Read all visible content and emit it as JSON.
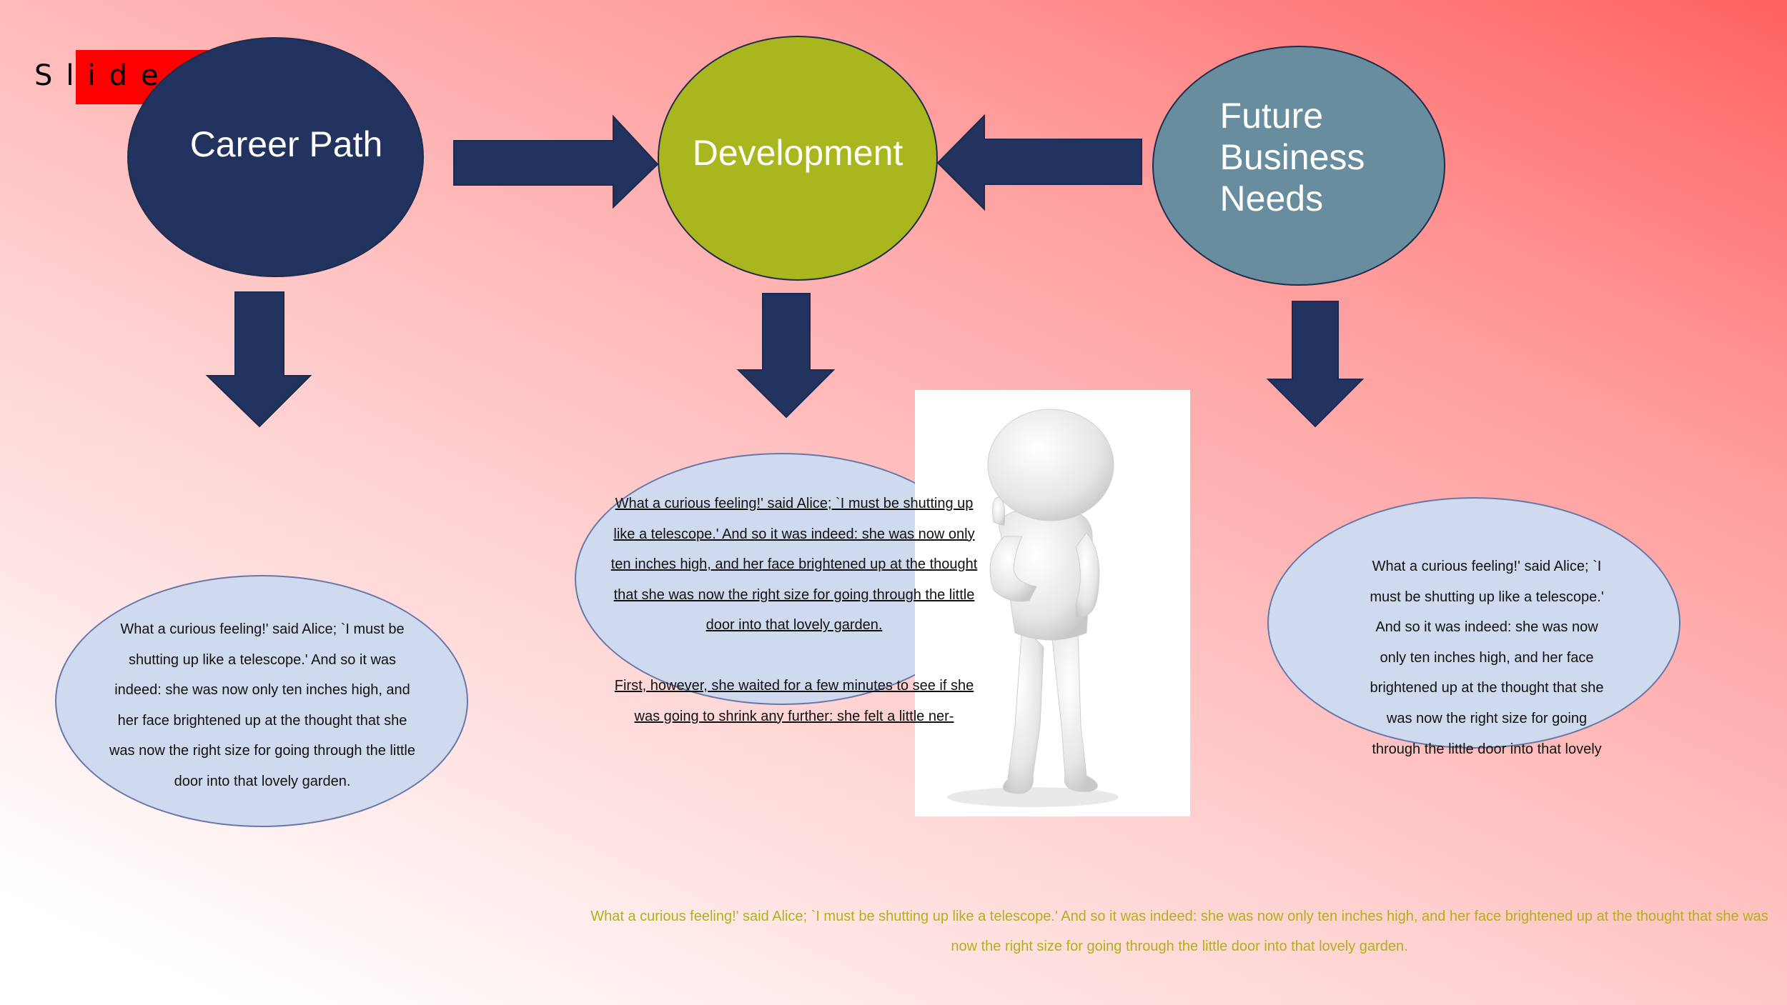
{
  "slide_label": "Slide",
  "nodes": {
    "career": "Career Path",
    "development": "Development",
    "future_lines": [
      "Future",
      "Business",
      "Needs"
    ]
  },
  "texts": {
    "career_body": "What a curious feeling!' said Alice; `I must be shutting up like a telescope.' And so it was indeed: she was now only ten inches high, and her face brightened up at the thought that she was now the right size for going through the little door into that lovely garden.",
    "development_body": "What a curious feeling!' said Alice; `I must be shutting up like a telescope.' And so it was indeed: she was now only ten inches high, and her face brightened up at the thought that she was now the right size for going through the little door into that lovely garden.",
    "development_body_2": "First, however, she waited for a few minutes to see if she was going to shrink any further: she felt a little ner-",
    "future_body": "What a curious feeling!' said Alice; `I must be shutting up like a telescope.' And so it was indeed: she was now only ten inches high, and her face brightened up at the thought that she was now the right size for going through the little door into that lovely",
    "footer": "What a curious feeling!' said Alice; `I must be shutting up like a telescope.' And so it was indeed: she was now only ten inches high, and her face brightened up at the thought that she was now the right size for going through the little door into that lovely garden."
  },
  "colors": {
    "navy": "#21335e",
    "olive": "#aab61e",
    "slate_blue": "#678d9e",
    "light_blue": "#d0daee",
    "tag_red": "#ff0000",
    "footer_text": "#b2b01c"
  },
  "image": {
    "icon": "thinking-figure-icon"
  }
}
